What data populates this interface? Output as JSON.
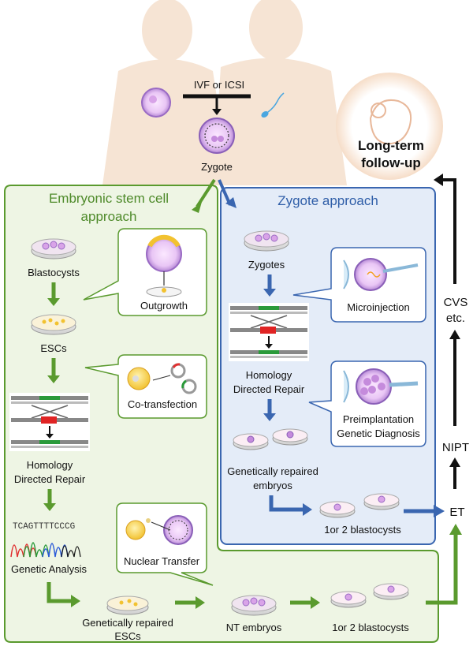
{
  "top": {
    "ivf_label": "IVF or ICSI",
    "zygote_label": "Zygote",
    "followup_line1": "Long-term",
    "followup_line2": "follow-up"
  },
  "esc_approach": {
    "title_line1": "Embryonic stem cell",
    "title_line2": "approach",
    "blastocysts": "Blastocysts",
    "outgrowth": "Outgrowth",
    "escs": "ESCs",
    "cotransfection": "Co-transfection",
    "hdr_line1": "Homology",
    "hdr_line2": "Directed Repair",
    "sequence": "TCAGTTTTCCCG",
    "genetic_analysis": "Genetic Analysis",
    "nuclear_transfer": "Nuclear Transfer",
    "repaired_escs_line1": "Genetically repaired",
    "repaired_escs_line2": "ESCs",
    "nt_embryos": "NT embryos",
    "blastocysts_final": "1or 2 blastocysts"
  },
  "zygote_approach": {
    "title": "Zygote approach",
    "zygotes": "Zygotes",
    "microinjection": "Microinjection",
    "hdr_line1": "Homology",
    "hdr_line2": "Directed Repair",
    "pgd_line1": "Preimplantation",
    "pgd_line2": "Genetic Diagnosis",
    "repaired_embryos_line1": "Genetically repaired",
    "repaired_embryos_line2": "embryos",
    "blastocysts_final": "1or 2 blastocysts"
  },
  "right_path": {
    "et": "ET",
    "nipt": "NIPT",
    "cvs_line1": "CVS",
    "cvs_line2": "etc."
  },
  "colors": {
    "green": "#5a9a2e",
    "green_bg": "#eef5e4",
    "blue": "#3a66b0",
    "blue_bg": "#e4ecf8",
    "body": "#f6e4d4"
  }
}
